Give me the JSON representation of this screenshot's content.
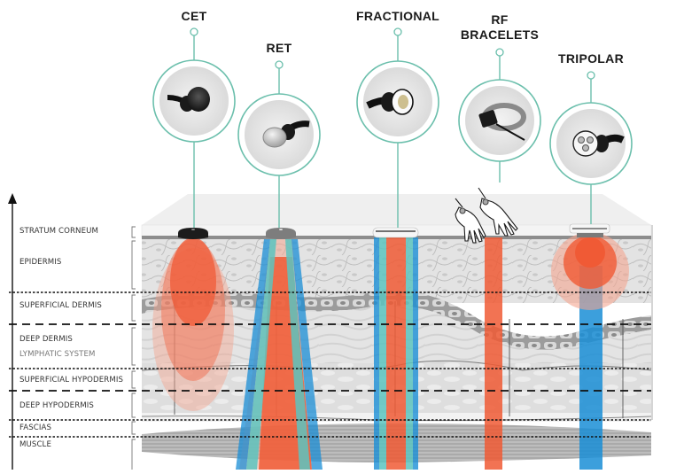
{
  "technologies": [
    {
      "id": "cet",
      "label": "CET",
      "device": "black-round-electrode",
      "beam": "red-ellipse"
    },
    {
      "id": "ret",
      "label": "RET",
      "device": "silver-round-electrode",
      "beam": "red-core-with-blue-teal-sides"
    },
    {
      "id": "fractional",
      "label": "FRACTIONAL",
      "device": "fractional-pin-electrode",
      "beam": "red-column-with-blue-teal-sides"
    },
    {
      "id": "rf-bracelets",
      "label": "RF\nBRACELETS",
      "device": "wrist-bracelet",
      "beam": "red-column"
    },
    {
      "id": "tripolar",
      "label": "TRIPOLAR",
      "device": "three-pole-electrode",
      "beam": "red-sphere-with-blue-column"
    }
  ],
  "layers": [
    {
      "label": "STRATUM CORNEUM"
    },
    {
      "label": "EPIDERMIS"
    },
    {
      "label": "SUPERFICIAL DERMIS"
    },
    {
      "label": "DEEP DERMIS"
    },
    {
      "label": "LYMPHATIC SYSTEM"
    },
    {
      "label": "SUPERFICIAL HYPODERMIS"
    },
    {
      "label": "DEEP HYPODERMIS"
    },
    {
      "label": "FASCIAS"
    },
    {
      "label": "MUSCLE"
    }
  ],
  "axis": {
    "direction": "up",
    "icon": "arrow-up-icon"
  },
  "colors": {
    "callout_teal": "#6bbfac",
    "heat_red": "#f05a35",
    "heat_red_soft": "#f4a58f",
    "beam_blue": "#1a8ed6",
    "beam_teal": "#5cc4c0",
    "skin_gray": "#e2e2e2",
    "cell_gray": "#c8c8c8",
    "muscle_gray": "#9a9a9a"
  }
}
